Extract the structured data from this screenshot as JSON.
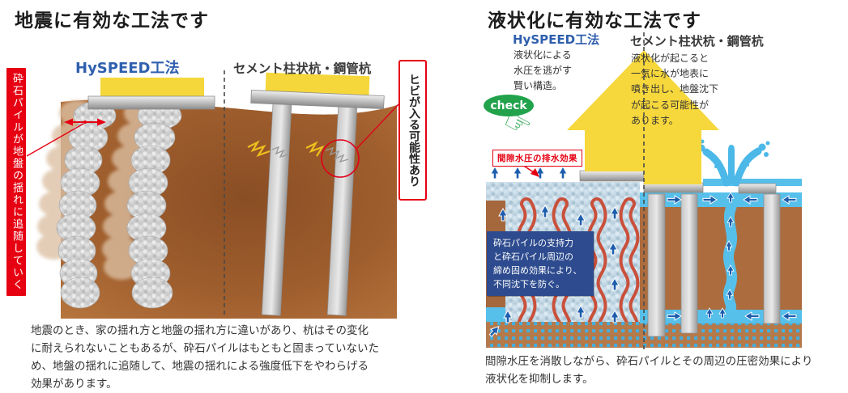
{
  "left": {
    "title": "地震に有効な工法です",
    "banner": "砕石パイルが地盤の揺れに追随していく",
    "method_left": "HySPEED工法",
    "method_right": "セメント柱状杭・鋼管杭",
    "crack_note": "ヒビが入る可能性あり",
    "caption": "地震のとき、家の揺れ方と地盤の揺れ方に違いがあり、杭はその変化\nに耐えられないこともあるが、砕石パイルはもともと固まっていないた\nめ、地盤の揺れに追随して、地震の揺れによる強度低下をやわらげる\n効果があります。"
  },
  "right": {
    "title": "液状化に有効な工法です",
    "hyspeed_label": "HySPEED工法",
    "hyspeed_desc": "液状化による\n水圧を逃がす\n賢い構造。",
    "check": "check",
    "cement_label": "セメント柱状杭・鋼管杭",
    "cement_desc": "液状化が起こると\n一気に水が地表に\n噴き出し、地盤沈下\nが起こる可能性が\nあります。",
    "drain_label": "間隙水圧の排水効果",
    "support_note": "砕石パイルの支持力\nと砕石パイル周辺の\n締め固め効果により、\n不同沈下を防ぐ。",
    "caption": "間隙水圧を消散しながら、砕石パイルとその周辺の圧密効果により\n液状化を抑制します。"
  },
  "icons": {
    "pointing_hand": "pointing-hand-icon"
  },
  "colors": {
    "accent_red": "#e60012",
    "hyspeed_blue": "#2f5fae",
    "building_yellow": "#f5d73b",
    "ground_brown": "#a96436",
    "water_blue": "#56c0ea",
    "arrow_blue": "#1d5dad",
    "note_navy": "#2d4b8e",
    "check_green": "#21a24b"
  }
}
